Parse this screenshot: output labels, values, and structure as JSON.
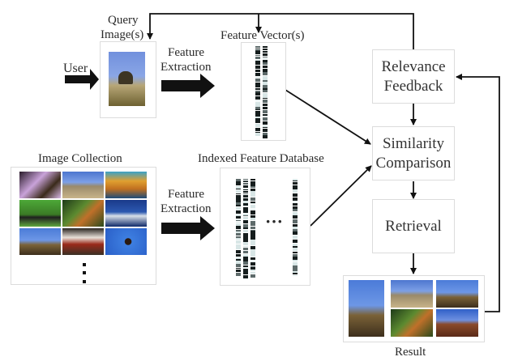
{
  "diagram": {
    "title": "Content-Based Image Retrieval Pipeline",
    "nodes": {
      "user": "User",
      "query_image": [
        "Query",
        "Image(s)"
      ],
      "feature_extraction_top": [
        "Feature",
        "Extraction"
      ],
      "feature_vectors": "Feature Vector(s)",
      "image_collection": "Image Collection",
      "feature_extraction_bottom": [
        "Feature",
        "Extraction"
      ],
      "indexed_db": "Indexed Feature Database",
      "db_ellipsis": "···",
      "relevance_feedback": [
        "Relevance",
        "Feedback"
      ],
      "similarity_comparison": [
        "Similarity",
        "Comparison"
      ],
      "retrieval": "Retrieval",
      "result": "Result"
    },
    "edges": [
      {
        "from": "user",
        "to": "query_image"
      },
      {
        "from": "query_image",
        "to": "feature_vectors",
        "label": "Feature Extraction"
      },
      {
        "from": "image_collection",
        "to": "indexed_db",
        "label": "Feature Extraction"
      },
      {
        "from": "feature_vectors",
        "to": "similarity_comparison"
      },
      {
        "from": "indexed_db",
        "to": "similarity_comparison"
      },
      {
        "from": "relevance_feedback",
        "to": "similarity_comparison"
      },
      {
        "from": "similarity_comparison",
        "to": "retrieval"
      },
      {
        "from": "retrieval",
        "to": "result"
      },
      {
        "from": "result",
        "to": "relevance_feedback"
      },
      {
        "from": "relevance_feedback",
        "to": "query_image"
      },
      {
        "from": "relevance_feedback",
        "to": "feature_vectors"
      }
    ],
    "image_collection_thumbs": [
      "flowers",
      "pyramid",
      "sailboats",
      "horse-race",
      "jungle",
      "coast",
      "sphinx",
      "chefs",
      "eagle"
    ],
    "result_thumbs": [
      "sphinx",
      "pyramid",
      "sphinx",
      "jungle",
      "ruins"
    ],
    "query_thumb": "sphinx",
    "colors": {
      "line": "#111111",
      "box_border": "#dcdcdc",
      "sky": "#6f8fd8"
    }
  }
}
